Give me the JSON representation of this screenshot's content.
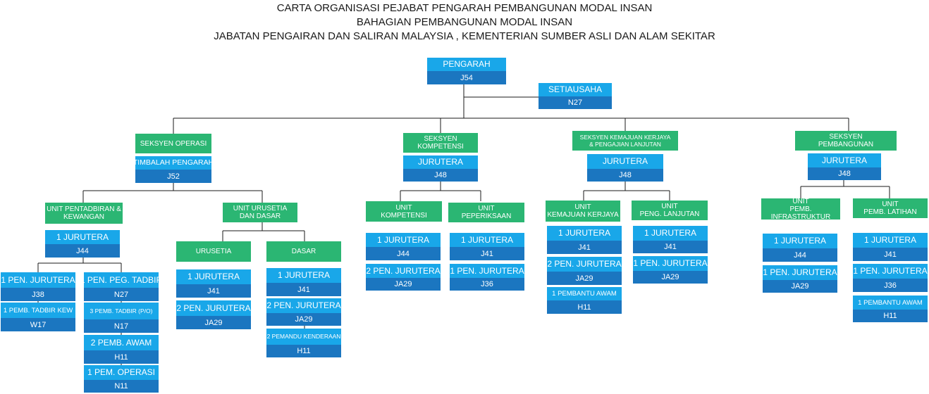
{
  "title": {
    "line1": "CARTA ORGANISASI PEJABAT PENGARAH PEMBANGUNAN MODAL INSAN",
    "line2": "BAHAGIAN PEMBANGUNAN MODAL INSAN",
    "line3": "JABATAN PENGAIRAN DAN SALIRAN MALAYSIA , KEMENTERIAN SUMBER ASLI DAN ALAM SEKITAR"
  },
  "colors": {
    "post_top": "#19a7e9",
    "post_grade": "#1b76c0",
    "section": "#2bb673",
    "line": "#1a1a1a"
  },
  "top": {
    "pengarah": {
      "title": "PENGARAH",
      "grade": "J54"
    },
    "setiausaha": {
      "title": "SETIAUSAHA",
      "grade": "N27"
    }
  },
  "operasi": {
    "section": "SEKSYEN OPERASI",
    "head": {
      "title": "TIMBALAH PENGARAH",
      "grade": "J52"
    },
    "pentadbiran": {
      "unit_l1": "UNIT PENTADBIRAN &",
      "unit_l2": "KEWANGAN",
      "head": {
        "title": "1 JURUTERA",
        "grade": "J44"
      },
      "left": [
        {
          "title": "1 PEN. JURUTERA",
          "grade": "J38"
        },
        {
          "title": "1 PEMB. TADBIR KEW",
          "grade": "W17"
        }
      ],
      "right": [
        {
          "title": "1 PEN. PEG. TADBIR",
          "grade": "N27"
        },
        {
          "title": "3 PEMB. TADBIR (P/O)",
          "grade": "N17"
        },
        {
          "title": "2 PEMB. AWAM",
          "grade": "H11"
        },
        {
          "title": "1 PEM. OPERASI",
          "grade": "N11"
        }
      ]
    },
    "urusetia_dasar": {
      "unit_l1": "UNIT URUSETIA",
      "unit_l2": "DAN DASAR",
      "urusetia": {
        "label": "URUSETIA",
        "posts": [
          {
            "title": "1 JURUTERA",
            "grade": "J41"
          },
          {
            "title": "2  PEN. JURUTERA",
            "grade": "JA29"
          }
        ]
      },
      "dasar": {
        "label": "DASAR",
        "posts": [
          {
            "title": "1 JURUTERA",
            "grade": "J41"
          },
          {
            "title": "2  PEN. JURUTERA",
            "grade": "JA29"
          },
          {
            "title": "2 PEMANDU KENDERAAN",
            "grade": "H11"
          }
        ]
      }
    }
  },
  "kompetensi": {
    "section_l1": "SEKSYEN",
    "section_l2": "KOMPETENSI",
    "head": {
      "title": "JURUTERA",
      "grade": "J48"
    },
    "unit_kompetensi": {
      "l1": "UNIT",
      "l2": "KOMPETENSI",
      "posts": [
        {
          "title": "1 JURUTERA",
          "grade": "J44"
        },
        {
          "title": "2  PEN. JURUTERA",
          "grade": "JA29"
        }
      ]
    },
    "unit_peperiksaan": {
      "l1": "UNIT",
      "l2": "PEPERIKSAAN",
      "posts": [
        {
          "title": "1 JURUTERA",
          "grade": "J41"
        },
        {
          "title": "1  PEN. JURUTERA",
          "grade": "J36"
        }
      ]
    }
  },
  "kemajuan": {
    "section_l1": "SEKSYEN KEMAJUAN KERJAYA",
    "section_l2": "& PENGAJIAN LANJUTAN",
    "head": {
      "title": "JURUTERA",
      "grade": "J48"
    },
    "unit_kerjaya": {
      "l1": "UNIT",
      "l2": "KEMAJUAN KERJAYA",
      "posts": [
        {
          "title": "1 JURUTERA",
          "grade": "J41"
        },
        {
          "title": "2  PEN. JURUTERA",
          "grade": "JA29"
        },
        {
          "title": "1 PEMBANTU AWAM",
          "grade": "H11"
        }
      ]
    },
    "unit_lanjutan": {
      "l1": "UNIT",
      "l2": "PENG. LANJUTAN",
      "posts": [
        {
          "title": "1 JURUTERA",
          "grade": "J41"
        },
        {
          "title": "1  PEN. JURUTERA",
          "grade": "JA29"
        }
      ]
    }
  },
  "pembangunan": {
    "section_l1": "SEKSYEN",
    "section_l2": "PEMBANGUNAN",
    "head": {
      "title": "JURUTERA",
      "grade": "J48"
    },
    "unit_infra": {
      "l1": "UNIT",
      "l2": "PEMB. INFRASTRUKTUR",
      "posts": [
        {
          "title": "1 JURUTERA",
          "grade": "J44"
        },
        {
          "title": "1  PEN. JURUTERA",
          "grade": "JA29"
        }
      ]
    },
    "unit_latihan": {
      "l1": "UNIT",
      "l2": "PEMB. LATIHAN",
      "posts": [
        {
          "title": "1 JURUTERA",
          "grade": "J41"
        },
        {
          "title": "1  PEN. JURUTERA",
          "grade": "J36"
        },
        {
          "title": "1 PEMBANTU AWAM",
          "grade": "H11"
        }
      ]
    }
  }
}
